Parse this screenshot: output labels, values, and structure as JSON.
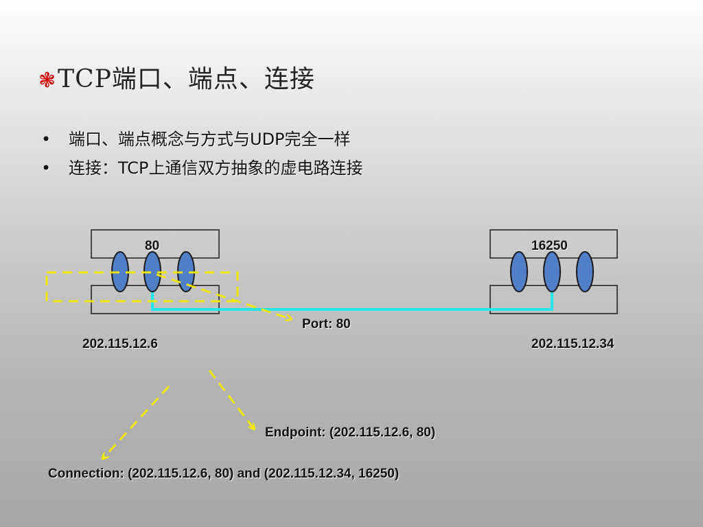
{
  "slide": {
    "title_mark": "❃",
    "title": "TCP端口、端点、连接",
    "bullets": [
      {
        "marker": "•",
        "text": "端口、端点概念与方式与UDP完全一样"
      },
      {
        "marker": "•",
        "text": "连接：TCP上通信双方抽象的虚电路连接"
      }
    ]
  },
  "diagram": {
    "left_host": {
      "port": "80",
      "ip": "202.115.12.6"
    },
    "right_host": {
      "port": "16250",
      "ip": "202.115.12.34"
    },
    "port_label": "Port:  80",
    "endpoint_label": "Endpoint:  (202.115.12.6, 80)",
    "connection_label": "Connection:  (202.115.12.6, 80) and (202.115.12.34, 16250)",
    "colors": {
      "ellipse_fill": "#4f7fc9",
      "outline": "#1a1a1a",
      "highlight_dashed": "#f2e600",
      "connection_line": "#22e5ee"
    }
  }
}
